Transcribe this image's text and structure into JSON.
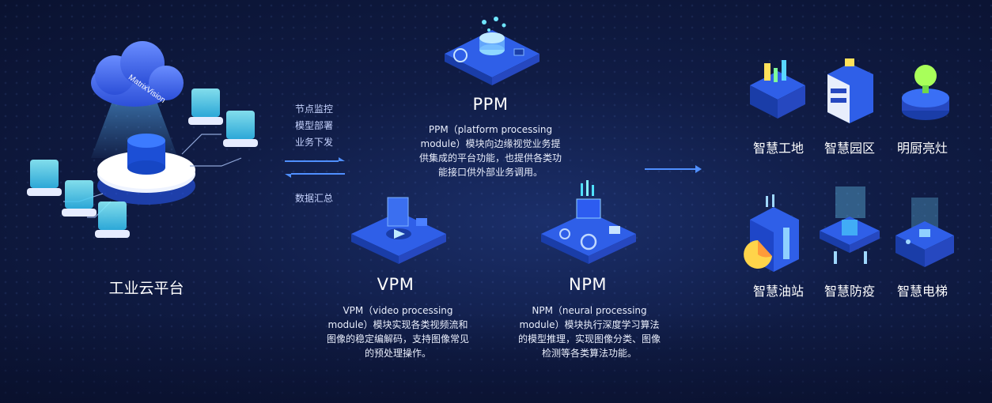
{
  "cloud": {
    "brand_text": "MatrixVision",
    "label": "工业云平台"
  },
  "flow": {
    "down_lines": [
      "节点监控",
      "模型部署",
      "业务下发"
    ],
    "up_label": "数据汇总"
  },
  "modules": {
    "ppm": {
      "title": "PPM",
      "desc_lines": [
        "PPM（platform processing",
        "module）模块向边缘视觉业务提",
        "供集成的平台功能，也提供各类功",
        "能接口供外部业务调用。"
      ]
    },
    "vpm": {
      "title": "VPM",
      "desc_lines": [
        "VPM（video processing",
        "module）模块实现各类视频流和",
        "图像的稳定编解码，支持图像常见",
        "的预处理操作。"
      ]
    },
    "npm": {
      "title": "NPM",
      "desc_lines": [
        "NPM（neural processing",
        "module）模块执行深度学习算法",
        "的模型推理，实现图像分类、图像",
        "检测等各类算法功能。"
      ]
    }
  },
  "applications": [
    {
      "label": "智慧工地",
      "icon": "construction-site-icon"
    },
    {
      "label": "智慧园区",
      "icon": "smart-park-icon"
    },
    {
      "label": "明厨亮灶",
      "icon": "bright-kitchen-icon"
    },
    {
      "label": "智慧油站",
      "icon": "gas-station-icon"
    },
    {
      "label": "智慧防疫",
      "icon": "epidemic-prevention-icon"
    },
    {
      "label": "智慧电梯",
      "icon": "elevator-icon"
    }
  ],
  "colors": {
    "accent": "#3f8cff",
    "cyan": "#4fe0ff",
    "background": "#101c45"
  }
}
